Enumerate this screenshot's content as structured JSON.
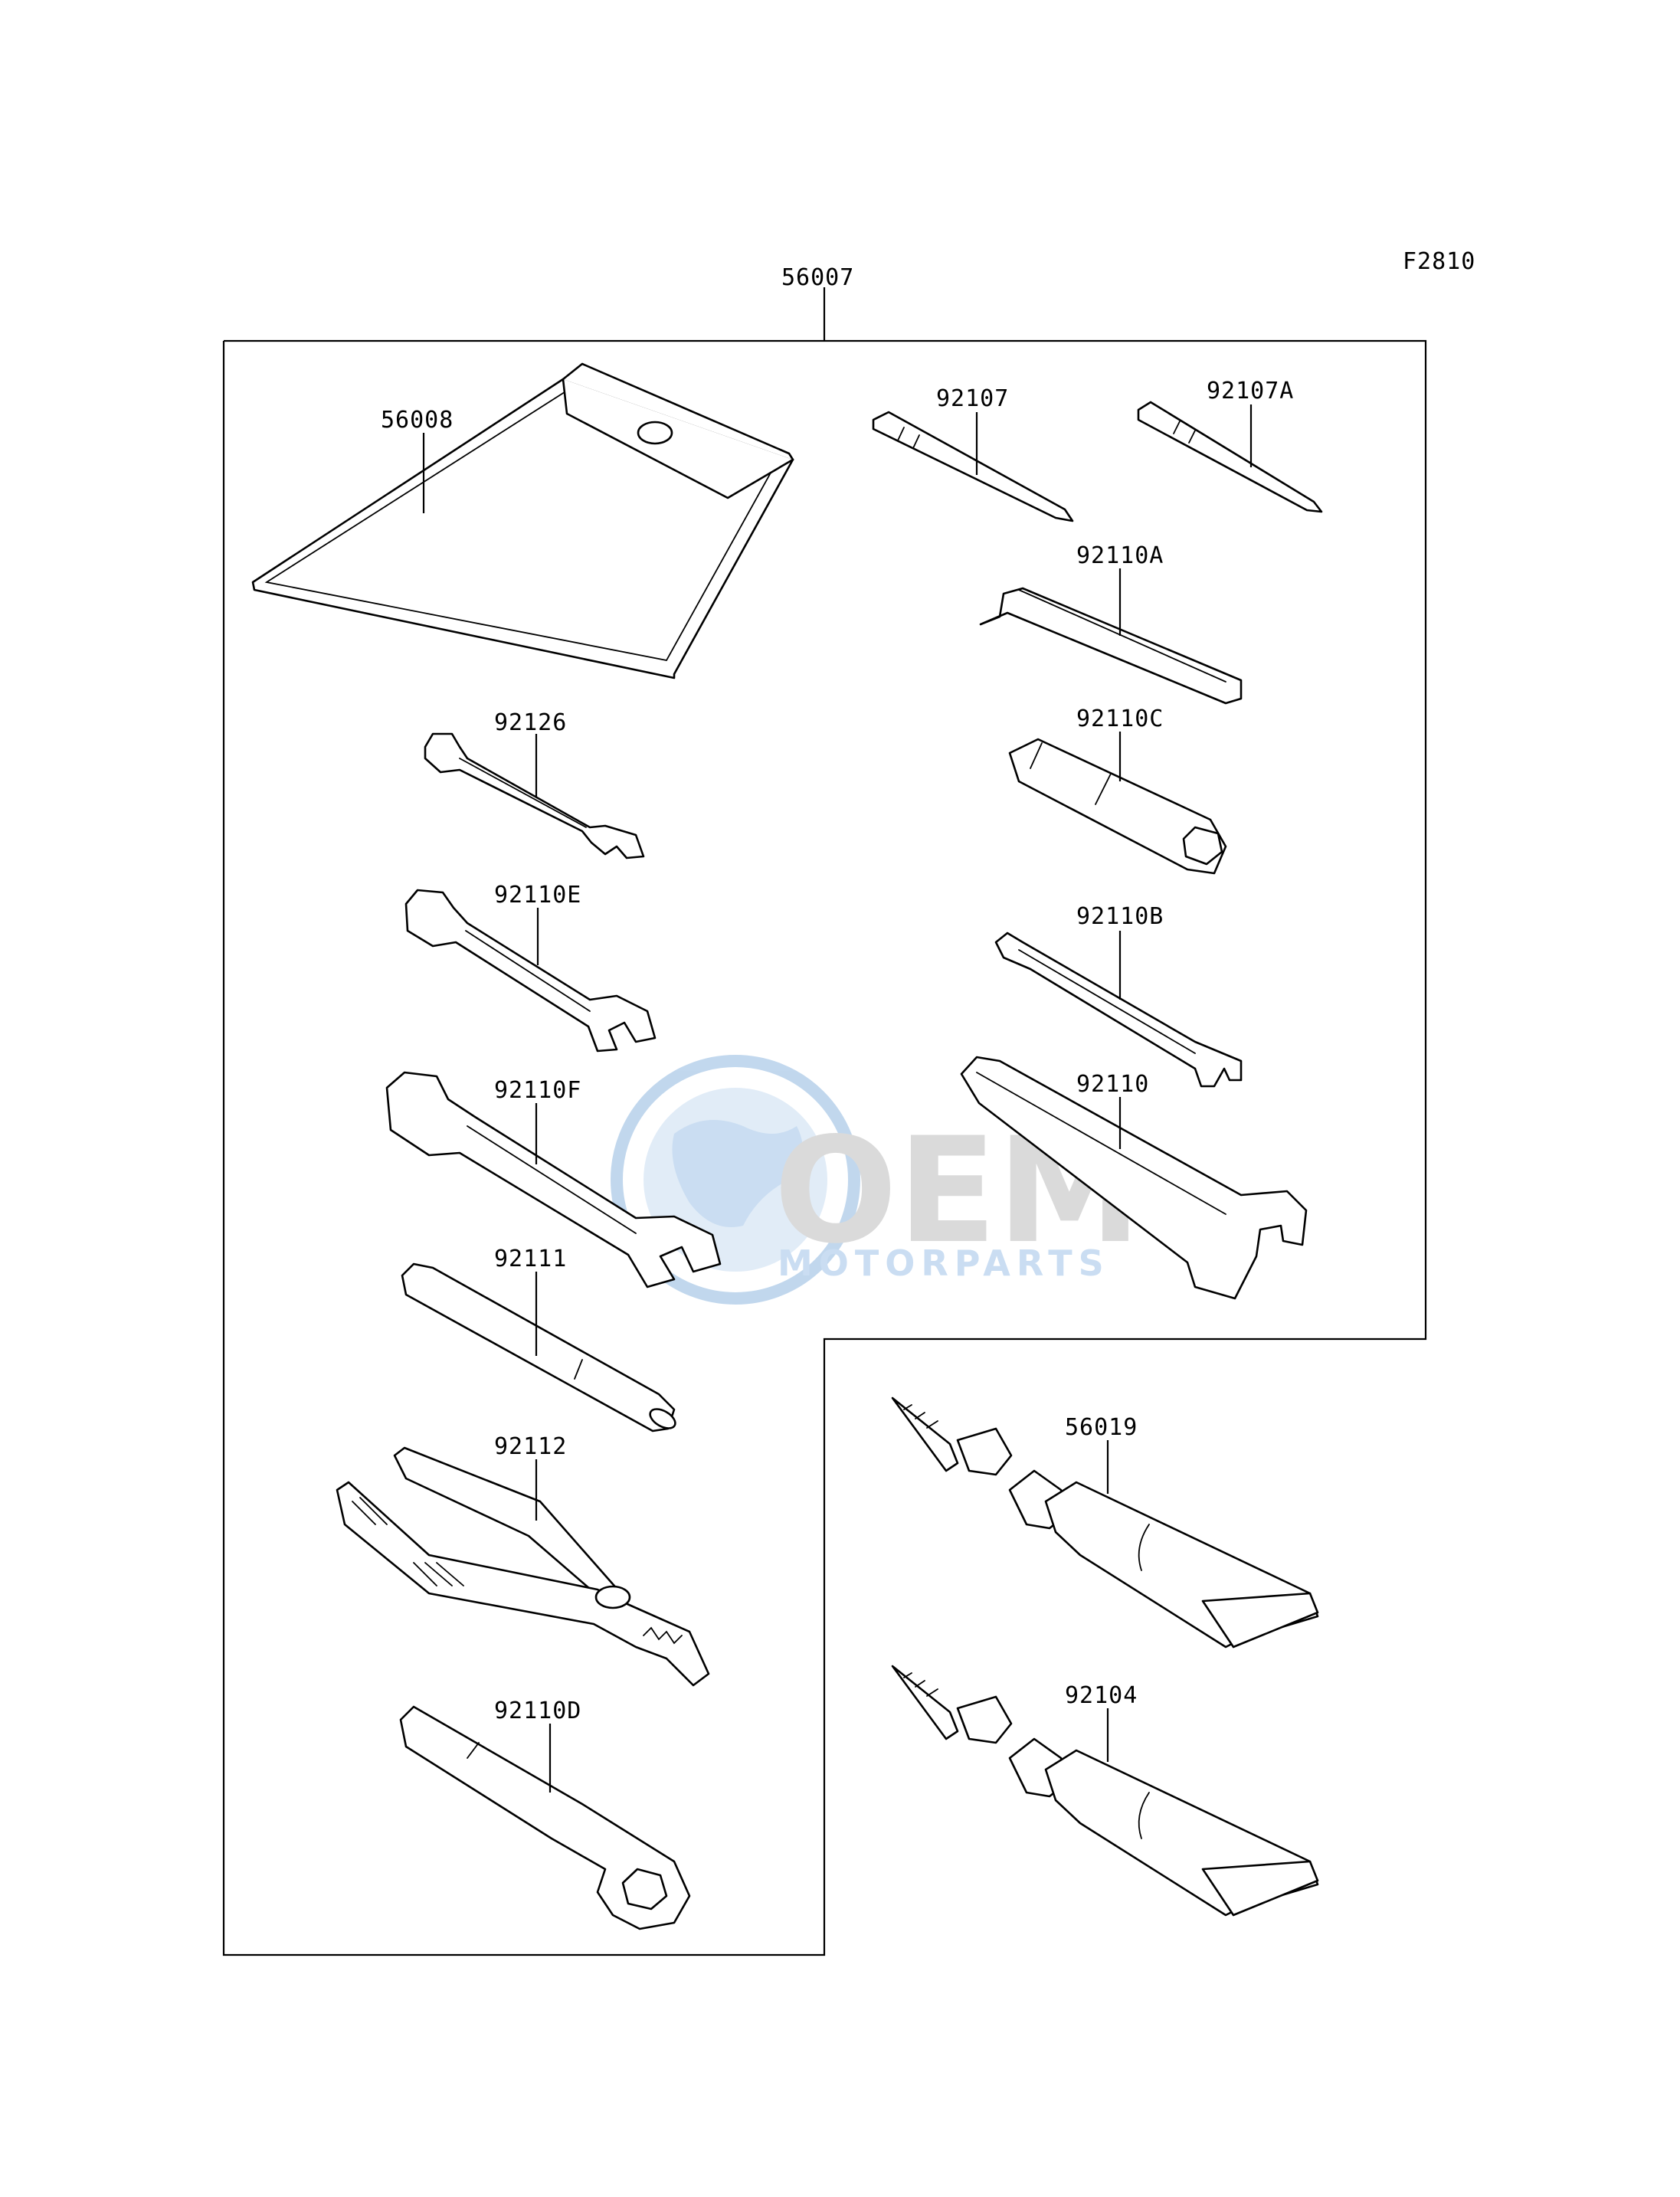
{
  "figure_code": "F2810",
  "assembly": {
    "part_no": "56007"
  },
  "parts": {
    "p56008": "56008",
    "p92107": "92107",
    "p92107A": "92107A",
    "p92110A": "92110A",
    "p92110C": "92110C",
    "p92126": "92126",
    "p92110E": "92110E",
    "p92110B": "92110B",
    "p92110F": "92110F",
    "p92110": "92110",
    "p92111": "92111",
    "p92112": "92112",
    "p92110D": "92110D",
    "p56019": "56019",
    "p92104": "92104"
  },
  "watermark": {
    "logo_text": "OEM",
    "sub_text": "MOTORPARTS",
    "color_primary": "#8fb8e0",
    "color_secondary": "#b9b9b9"
  }
}
